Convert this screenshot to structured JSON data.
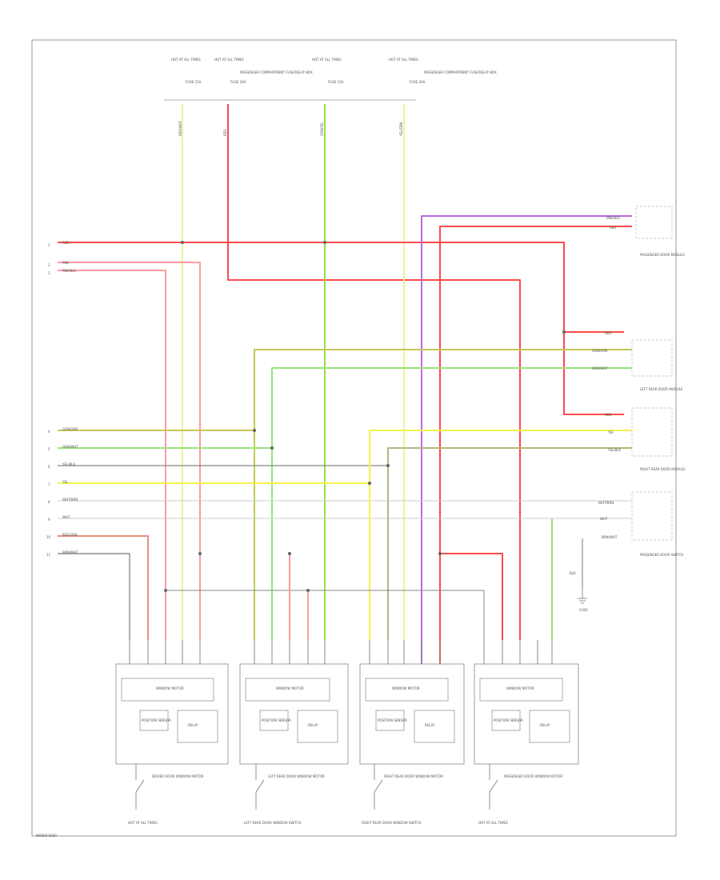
{
  "page": {
    "footer_code": "W0000-0000"
  },
  "colors": {
    "red": "#ff4a4a",
    "pink": "#ff9aa2",
    "yellow": "#f0f0a0",
    "bright_yellow": "#f3f34e",
    "light_green": "#9be37a",
    "green": "#99dd44",
    "dark_yellow_green": "#c6c65a",
    "olive": "#b5b57d",
    "violet": "#b46ce0",
    "salmon": "#e6917d",
    "gray": "#888888",
    "light_gray": "#cccccc",
    "black_wire": "#777777",
    "frame": "#999999"
  },
  "top_fuses": [
    {
      "header": "HOT AT ALL TIMES",
      "fuse": "FUSE 15A",
      "wire": "RED/WHT",
      "note": ""
    },
    {
      "header": "HOT AT ALL TIMES",
      "fuse": "FUSE 20A",
      "wire": "RED",
      "note": "PASSENGER COMPARTMENT FUSE/RELAY BOX"
    },
    {
      "header": "HOT AT ALL TIMES",
      "fuse": "FUSE 15A",
      "wire": "GRN/YEL",
      "note": ""
    },
    {
      "header": "HOT AT ALL TIMES",
      "fuse": "FUSE 20A",
      "wire": "YEL/GRN",
      "note": "PASSENGER COMPARTMENT FUSE/RELAY BOX"
    }
  ],
  "left_wires": [
    {
      "label": "RED",
      "pin": "1"
    },
    {
      "label": "PNK",
      "pin": "2"
    },
    {
      "label": "PNK/BLU",
      "pin": "3"
    },
    {
      "label": "GRN/ORN",
      "pin": "4"
    },
    {
      "label": "GRN/WHT",
      "pin": "5"
    },
    {
      "label": "YEL/BLK",
      "pin": "6"
    },
    {
      "label": "YEL",
      "pin": "7"
    },
    {
      "label": "WHT/BRN",
      "pin": "8"
    },
    {
      "label": "WHT",
      "pin": "9"
    },
    {
      "label": "RED/GRN",
      "pin": "10"
    },
    {
      "label": "BRN/WHT",
      "pin": "11"
    }
  ],
  "right_labels": [
    {
      "id": "passenger-door-module",
      "text": "PASSENGER DOOR MODULE"
    },
    {
      "id": "left-rear-door-module",
      "text": "LEFT REAR DOOR MODULE"
    },
    {
      "id": "right-rear-door-module",
      "text": "RIGHT REAR DOOR MODULE"
    },
    {
      "id": "passenger-door-switch",
      "text": "PASSENGER DOOR SWITCH"
    }
  ],
  "right_wire_labels": [
    "PNK/BLU",
    "RED",
    "RED",
    "GRN/ORN",
    "GRN/WHT",
    "RED",
    "YEL",
    "YEL/BLK",
    "WHT/BRN",
    "WHT",
    "BRN/WHT",
    "BLK"
  ],
  "ground_label": "G302",
  "modules": [
    {
      "id": "driver",
      "title": "WINDOW MOTOR",
      "left_box": "POSITION SENSOR",
      "right_box": "RELAY",
      "caption": "DRIVER DOOR WINDOW MOTOR",
      "switch": "HOT AT ALL TIMES"
    },
    {
      "id": "left-rear",
      "title": "WINDOW MOTOR",
      "left_box": "POSITION SENSOR",
      "right_box": "RELAY",
      "caption": "LEFT REAR DOOR WINDOW MOTOR",
      "switch": "LEFT REAR DOOR WINDOW SWITCH"
    },
    {
      "id": "right-rear",
      "title": "WINDOW MOTOR",
      "left_box": "POSITION SENSOR",
      "right_box": "RELAY",
      "caption": "RIGHT REAR DOOR WINDOW MOTOR",
      "switch": "RIGHT REAR DOOR WINDOW SWITCH"
    },
    {
      "id": "passenger",
      "title": "WINDOW MOTOR",
      "left_box": "POSITION SENSOR",
      "right_box": "RELAY",
      "caption": "PASSENGER DOOR WINDOW MOTOR",
      "switch": "HOT AT ALL TIMES"
    }
  ]
}
